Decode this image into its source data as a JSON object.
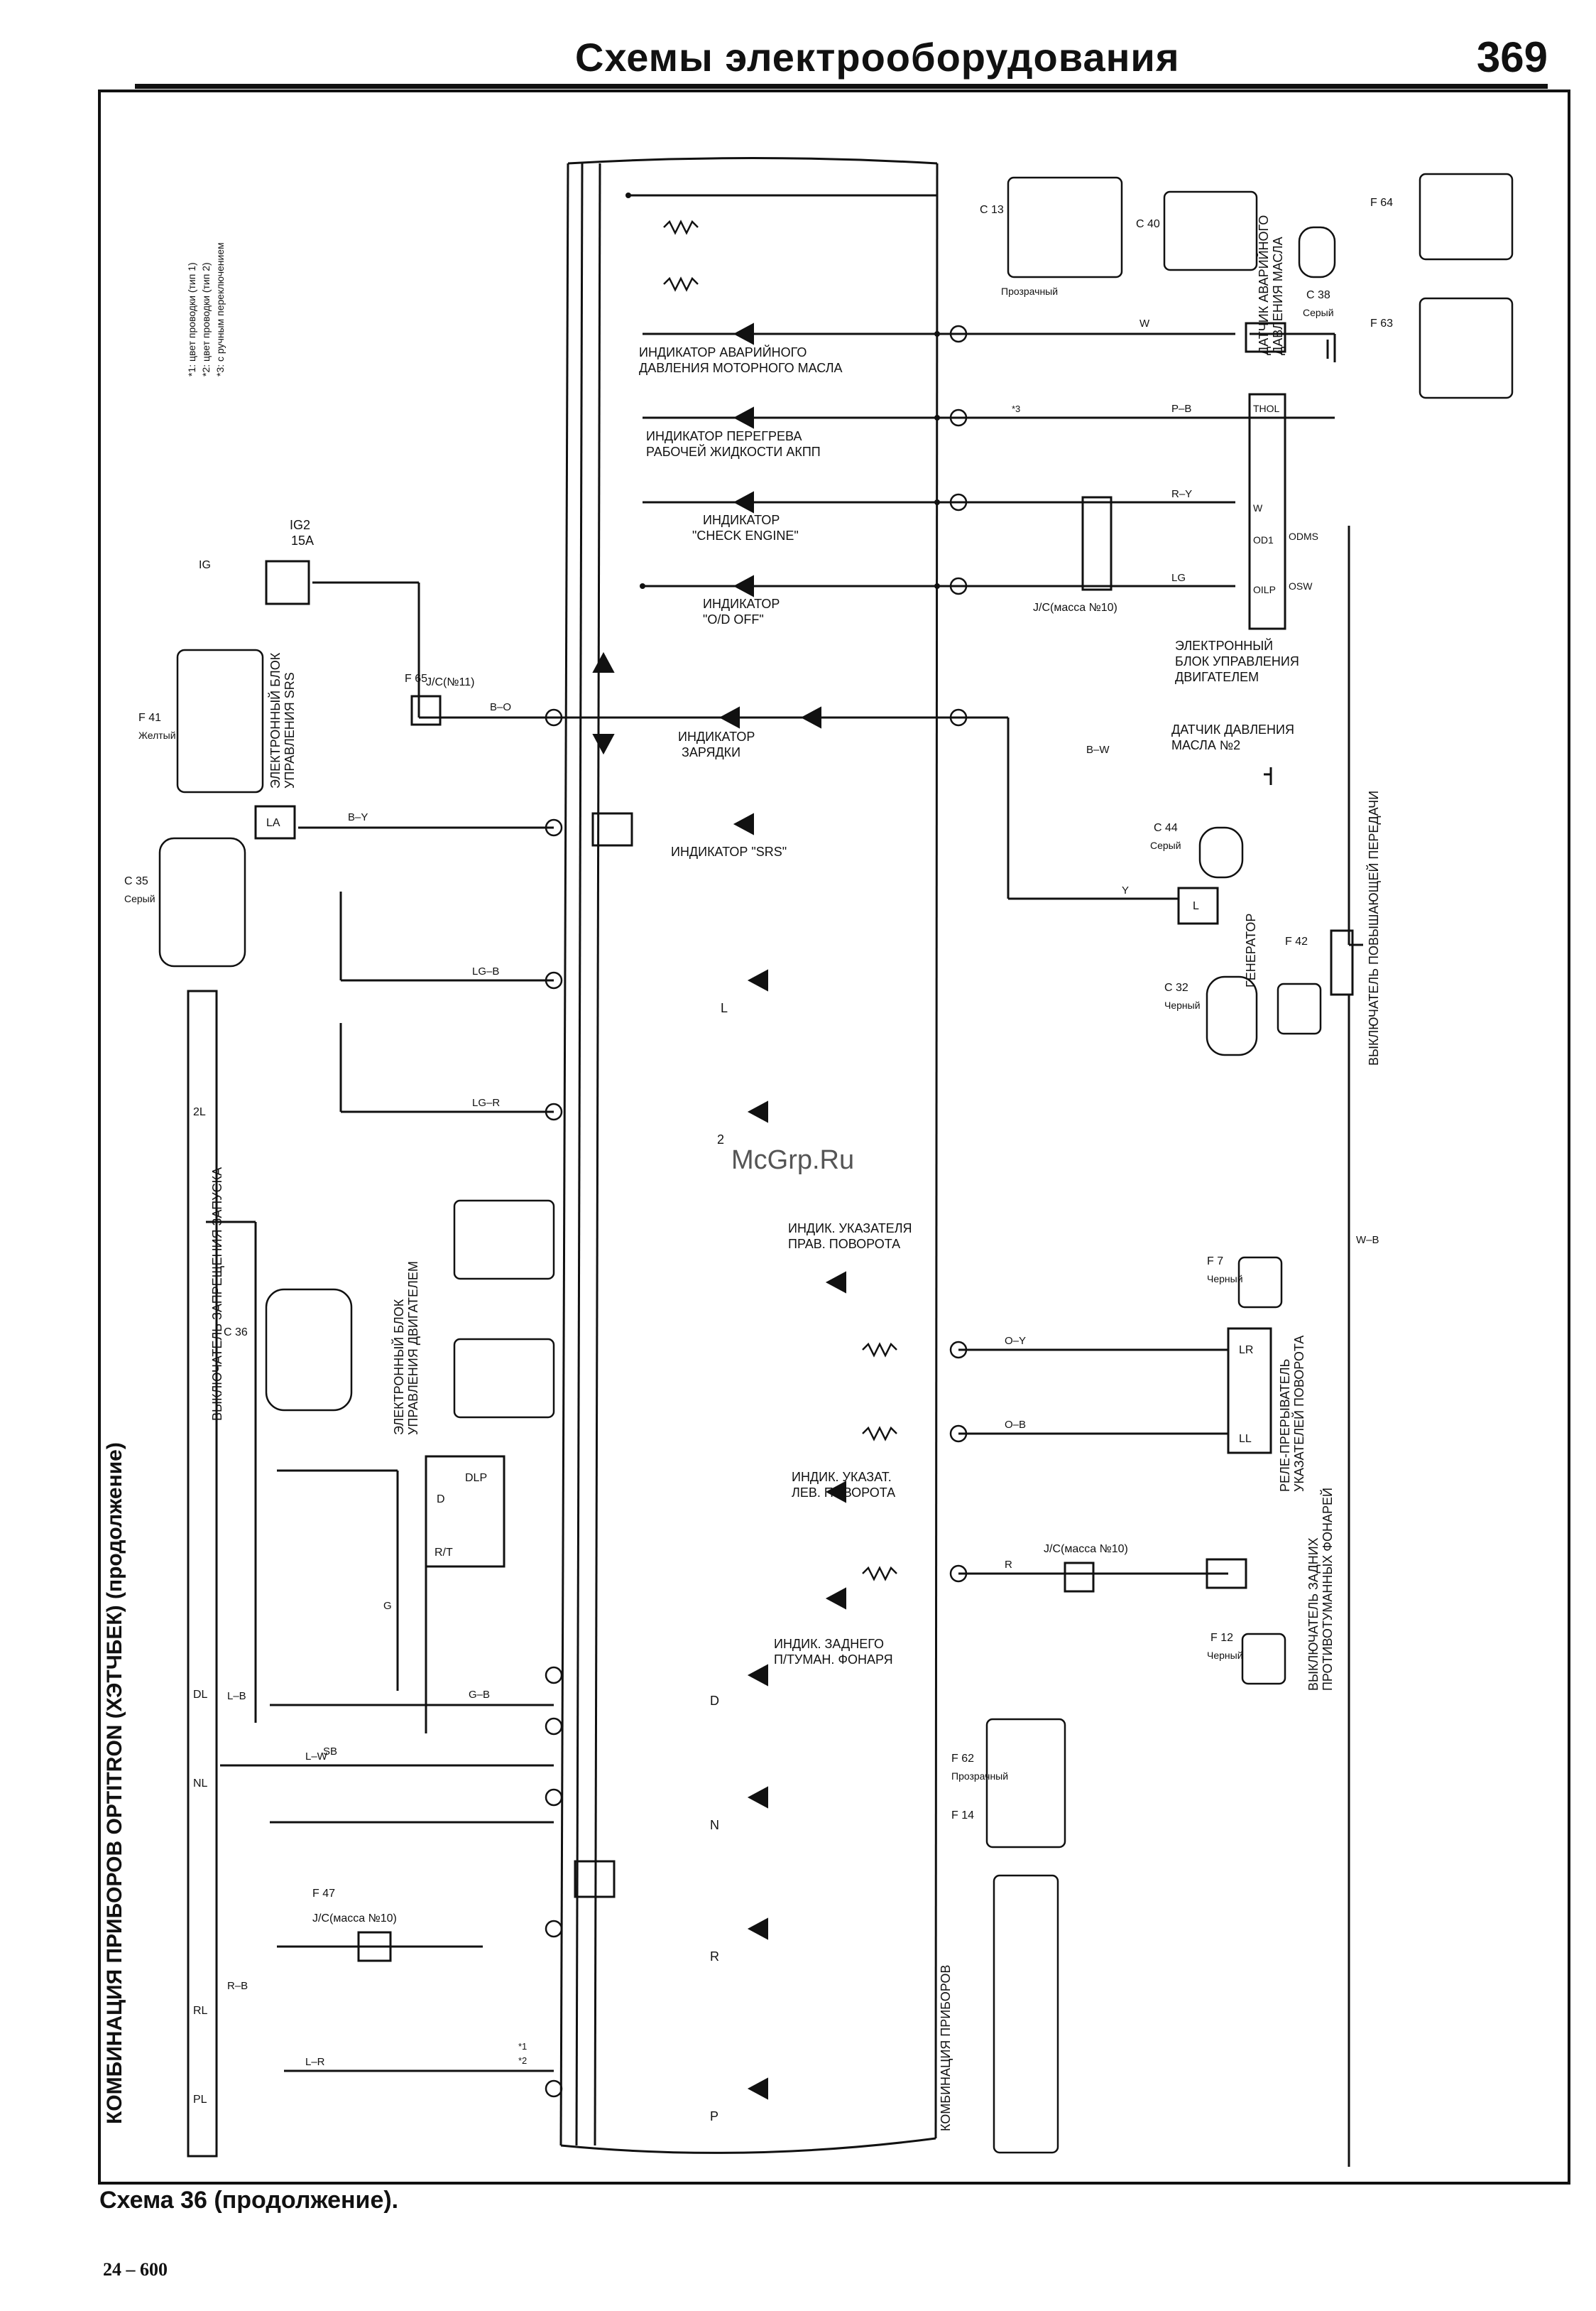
{
  "header": {
    "title": "Схемы электрооборудования",
    "page_number": "369"
  },
  "caption": "Схема 36 (продолжение).",
  "footer_code": "24 – 600",
  "watermark": "McGrp.Ru",
  "side_title": "КОМБИНАЦИЯ ПРИБОРОВ OPTITRON (ХЭТЧБЕК) (продолжение)",
  "notes": [
    "*1: цвет проводки (тип 1)",
    "*2: цвет проводки (тип 2)",
    "*3: с ручным переключением"
  ],
  "fuse": {
    "name": "IG2",
    "rating": "15A"
  },
  "indicators": {
    "oil_pressure": [
      "ИНДИКАТОР АВАРИЙНОГО",
      "ДАВЛЕНИЯ МОТОРНОГО МАСЛА"
    ],
    "atf_overheat": [
      "ИНДИКАТОР ПЕРЕГРЕВА",
      "РАБОЧЕЙ ЖИДКОСТИ АКПП"
    ],
    "check_engine": [
      "ИНДИКАТОР",
      "\"CHECK ENGINE\""
    ],
    "od_off": [
      "ИНДИКАТОР",
      "\"O/D OFF\""
    ],
    "charge": [
      "ИНДИКАТОР",
      "ЗАРЯДКИ"
    ],
    "srs": "ИНДИКАТОР \"SRS\"",
    "right_turn": [
      "ИНДИК. УКАЗАТЕЛЯ",
      "ПРАВ. ПОВОРОТА"
    ],
    "left_turn": [
      "ИНДИК. УКАЗАТ.",
      "ЛЕВ. ПОВОРОТА"
    ],
    "rear_fog": [
      "ИНДИК. ЗАДНЕГО",
      "П/ТУМАН. ФОНАРЯ"
    ]
  },
  "shift_letters": [
    "L",
    "2",
    "D",
    "N",
    "R",
    "P"
  ],
  "components": {
    "ecu_engine": [
      "ЭЛЕКТРОННЫЙ",
      "БЛОК УПРАВЛЕНИЯ",
      "ДВИГАТЕЛЕМ"
    ],
    "oil_sw2": [
      "ДАТЧИК ДАВЛЕНИЯ",
      "МАСЛА №2"
    ],
    "generator": "ГЕНЕРАТОР",
    "overdrive_sw": "ВЫКЛЮЧАТЕЛЬ ПОВЫШАЮЩЕЙ ПЕРЕДАЧИ",
    "turn_relay": [
      "РЕЛЕ-ПРЕРЫВАТЕЛЬ",
      "УКАЗАТЕЛЕЙ ПОВОРОТА"
    ],
    "rear_fog_sw": [
      "ВЫКЛЮЧАТЕЛЬ ЗАДНИХ",
      "ПРОТИВОТУМАННЫХ ФОНАРЕЙ"
    ],
    "start_inhibit": "ВЫКЛЮЧАТЕЛЬ ЗАПРЕЩЕНИЯ ЗАПУСКА",
    "srs_ecu": [
      "ЭЛЕКТРОННЫЙ БЛОК",
      "УПРАВЛЕНИЯ SRS"
    ],
    "ecu_engine_conn": [
      "ЭЛЕКТРОННЫЙ БЛОК",
      "УПРАВЛЕНИЯ ДВИГАТЕЛЕМ"
    ],
    "oil_sensor": [
      "ДАТЧИК АВАРИЙНОГО",
      "ДАВЛЕНИЯ МАСЛА"
    ],
    "cluster": "КОМБИНАЦИЯ ПРИБОРОВ"
  },
  "connectors": {
    "c13": "C 13",
    "c40": "C 40",
    "c38": "C 38",
    "f64": "F 64",
    "f63": "F 63",
    "f41": "F 41",
    "c35": "C 35",
    "c36": "C 36",
    "c44": "C 44",
    "f42": "F 42",
    "c32": "C 32",
    "f7": "F 7",
    "f12": "F 12",
    "f14": "F 14",
    "f62": "F 62",
    "f47": "F 47",
    "f65": "F 65"
  },
  "colors_words": {
    "transparent": "Прозрачный",
    "gray": "Серый",
    "black": "Черный",
    "yellow": "Желтый"
  },
  "jc": {
    "jc11": "J/C(№11)",
    "jc10": "J/C(масса №10)"
  },
  "ecu_pins": [
    "THOL",
    "W",
    "OILP",
    "OD1",
    "ODMS",
    "OSW"
  ],
  "dlp_pins": [
    "DLP",
    "D",
    "R/T"
  ],
  "wire_labels": {
    "w": "W",
    "pb": "P–B",
    "ry": "R–Y",
    "lg": "LG",
    "by": "B–Y",
    "bo": "B–O",
    "lgb": "LG–B",
    "lgr": "LG–R",
    "oy": "O–Y",
    "ob": "O–B",
    "r": "R",
    "lr": "L–R",
    "lb": "L–B",
    "lw": "L–W",
    "rb": "R–B",
    "g": "G",
    "y": "Y",
    "bw": "B–W",
    "wb": "W–B",
    "sb": "SB",
    "gb": "G–B",
    "star1": "*1",
    "star2": "*2",
    "star3": "*3"
  },
  "signal_names": [
    "DL",
    "NL",
    "RL",
    "PL",
    "2L",
    "LL",
    "LR",
    "IG",
    "L",
    "LA"
  ]
}
